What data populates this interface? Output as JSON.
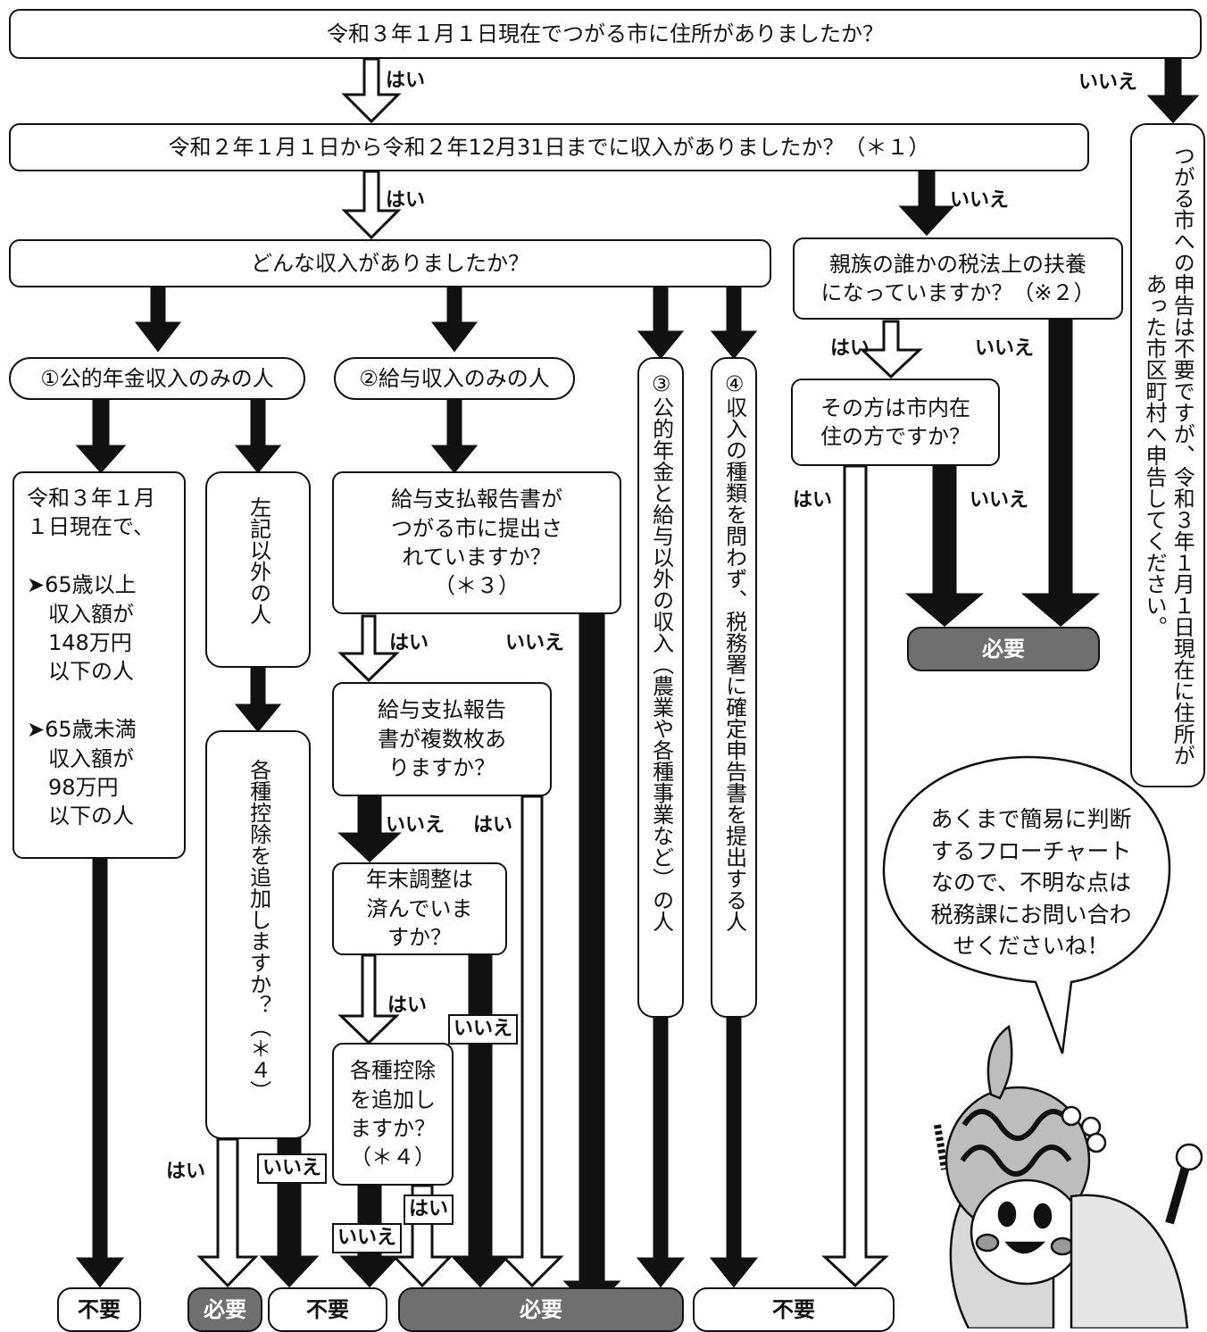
{
  "questions": {
    "q1": "令和３年１月１日現在でつがる市に住所がありましたか？",
    "q2": "令和２年１月１日から令和２年12月31日までに収入がありましたか？（＊１）",
    "q3": "どんな収入がありましたか？",
    "q_dependent": "親族の誰かの税法上の扶養\nになっていますか？（※２）",
    "q_resident": "その方は市内在\n住の方ですか？",
    "q_report": "給与支払報告書が\nつがる市に提出さ\nれていますか？\n（＊３）",
    "q_multiple": "給与支払報告\n書が複数枚あ\nりますか？",
    "q_yearend": "年末調整は\n済んでいま\nすか？",
    "q_deduct_salary": "各種控除\nを追加し\nますか？\n（＊４）",
    "q_deduct_pension": "各種控除を追加しますか？（＊４）"
  },
  "categories": {
    "pension_only": "①公的年金収入のみの人",
    "salary_only": "②給与収入のみの人",
    "other_income": "③公的年金と給与以外の収入（農業や各種事業など）の人",
    "tax_office": "④収入の種類を問わず、税務署に確定申告書を提出する人",
    "pension_other": "左記以外の人"
  },
  "pension_condition": "令和３年１月\n１日現在で、\n\n➤65歳以上\n　収入額が\n　148万円\n　以下の人\n\n➤65歳未満\n　収入額が\n　98万円\n　以下の人",
  "not_resident_note": "つがる市への申告は不要ですが、令和３年１月１日現在に住所があった市区町村へ申告してください。",
  "labels": {
    "yes": "はい",
    "no": "いいえ"
  },
  "outcomes": {
    "required": "必要",
    "not_required": "不要"
  },
  "speech_bubble": "あくまで簡易に判断\nするフローチャート\nなので、不明な点は\n税務課にお問い合わ\nせくださいね！",
  "colors": {
    "required_fill": "#6f6f6f",
    "line": "#111111"
  }
}
